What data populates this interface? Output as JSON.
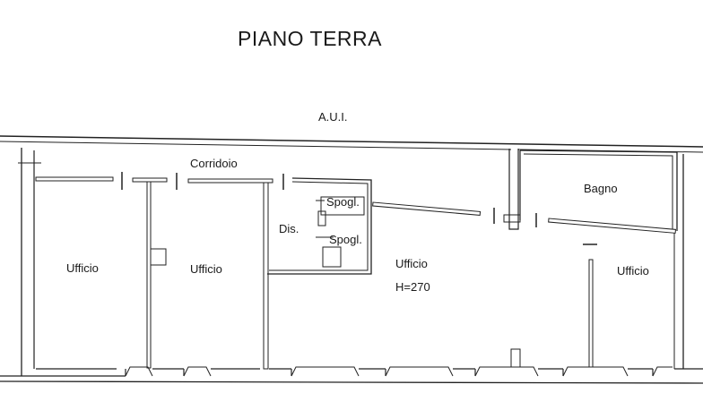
{
  "title": "PIANO TERRA",
  "labels": {
    "aui": "A.U.I.",
    "corridoio": "Corridoio",
    "spogl_1": "Spogl.",
    "spogl_2": "Spogl.",
    "dis": "Dis.",
    "bagno": "Bagno",
    "ufficio_1": "Ufficio",
    "ufficio_2": "Ufficio",
    "ufficio_3": "Ufficio",
    "ufficio_4": "Ufficio",
    "height": "H=270"
  }
}
